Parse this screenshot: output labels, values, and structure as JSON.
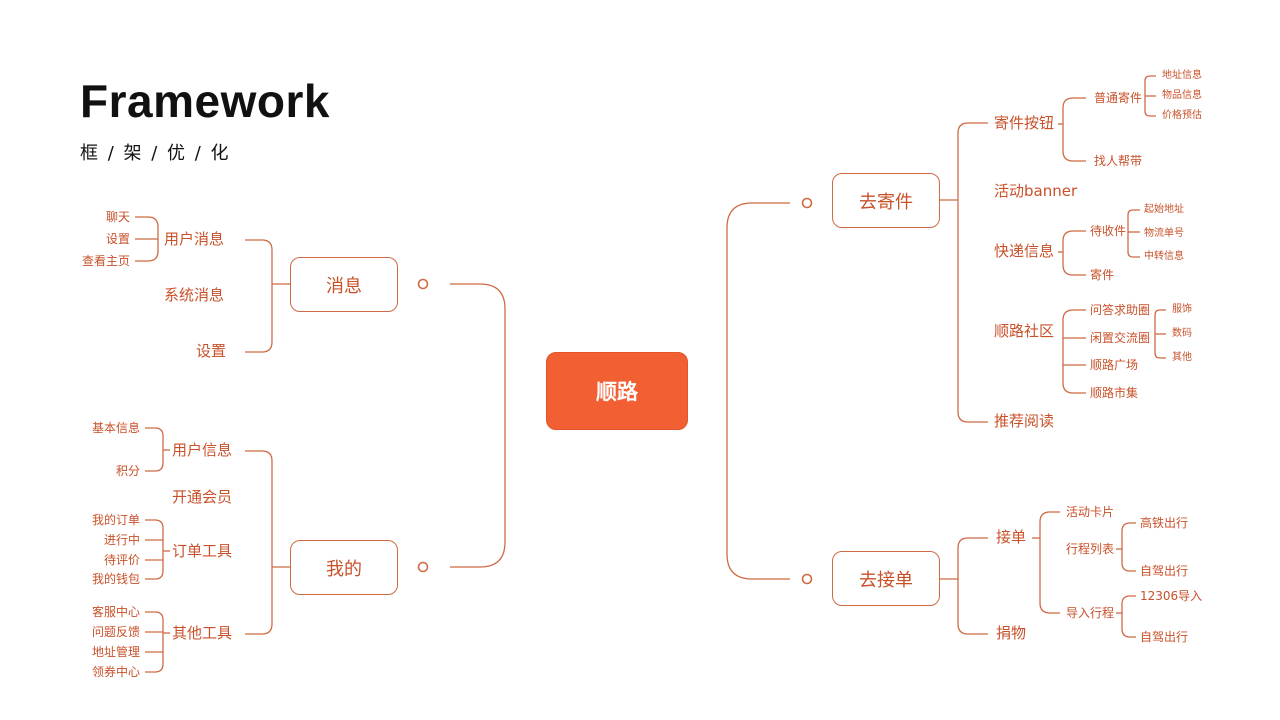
{
  "header": {
    "title": "Framework",
    "subtitle": "框 / 架 / 优 / 化"
  },
  "root": {
    "label": "顺路"
  },
  "left": {
    "messages": {
      "label": "消息",
      "user_messages": {
        "label": "用户消息",
        "items": [
          "聊天",
          "设置",
          "查看主页"
        ]
      },
      "system_messages": "系统消息",
      "settings": "设置"
    },
    "mine": {
      "label": "我的",
      "user_info": {
        "label": "用户信息",
        "items": [
          "基本信息",
          "积分"
        ]
      },
      "membership": "开通会员",
      "order_tools": {
        "label": "订单工具",
        "items": [
          "我的订单",
          "进行中",
          "待评价",
          "我的钱包"
        ]
      },
      "other_tools": {
        "label": "其他工具",
        "items": [
          "客服中心",
          "问题反馈",
          "地址管理",
          "领券中心"
        ]
      }
    }
  },
  "right": {
    "send": {
      "label": "去寄件",
      "send_button": {
        "label": "寄件按钮",
        "normal": {
          "label": "普通寄件",
          "items": [
            "地址信息",
            "物品信息",
            "价格预估"
          ]
        },
        "find_helper": "找人帮带"
      },
      "banner": "活动banner",
      "express_info": {
        "label": "快递信息",
        "pending": {
          "label": "待收件",
          "items": [
            "起始地址",
            "物流单号",
            "中转信息"
          ]
        },
        "sent": "寄件"
      },
      "community": {
        "label": "顺路社区",
        "qa": "问答求助圈",
        "idle": {
          "label": "闲置交流圈",
          "items": [
            "服饰",
            "数码",
            "其他"
          ]
        },
        "square": "顺路广场",
        "market": "顺路市集"
      },
      "reading": "推荐阅读"
    },
    "take": {
      "label": "去接单",
      "accept": {
        "label": "接单",
        "activity_card": "活动卡片",
        "trip_list": {
          "label": "行程列表",
          "items": [
            "高铁出行",
            "自驾出行"
          ]
        },
        "import_trip": {
          "label": "导入行程",
          "items": [
            "12306导入",
            "自驾出行"
          ]
        }
      },
      "donate": "捐物"
    }
  }
}
